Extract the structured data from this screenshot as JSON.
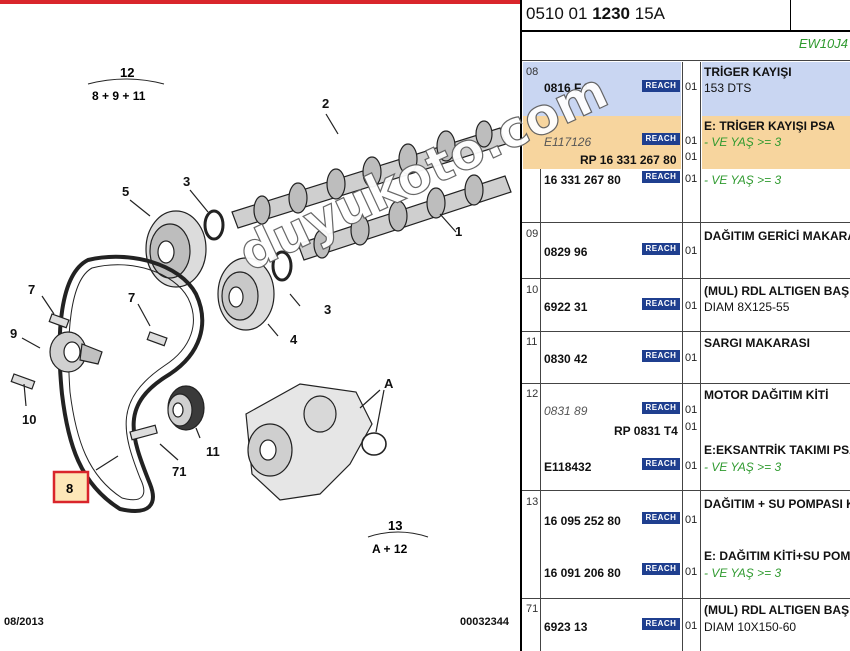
{
  "header": {
    "code_prefix": "0510 01",
    "code_bold": "1230",
    "code_suffix": "15A",
    "engine": "EW10J4"
  },
  "diagram": {
    "footer_date": "08/2013",
    "footer_code": "00032344",
    "callout_12_top": "12",
    "callout_12_bottom": "8 + 9 + 11",
    "callout_13_top": "13",
    "callout_13_bottom": "A + 12",
    "labels": {
      "n1": "1",
      "n2": "2",
      "n3a": "3",
      "n3b": "3",
      "n4": "4",
      "n5": "5",
      "n7a": "7",
      "n7b": "7",
      "n8": "8",
      "n9": "9",
      "n10": "10",
      "n11": "11",
      "n71": "71",
      "nA": "A"
    },
    "watermark": "duyukoto.com",
    "colors": {
      "highlight_box": "#d9252b",
      "highlight_fill": "#fde7b8"
    }
  },
  "parts": {
    "reach_label": "REACH",
    "rows": [
      {
        "ref": "08",
        "items": [
          {
            "code": "0816 F4",
            "qty": "01",
            "desc": "TRİGER KAYIŞI",
            "desc2": "153 DTS"
          },
          {
            "code": "E117126",
            "qty": "01",
            "desc": "E: TRİGER KAYIŞI PSA",
            "desc2": "- VE YAŞ >= 3",
            "sub": "RP 16 331 267 80",
            "subqty": "01"
          },
          {
            "code": "16 331 267 80",
            "qty": "01",
            "desc2": "- VE YAŞ >= 3"
          }
        ]
      },
      {
        "ref": "09",
        "items": [
          {
            "code": "0829 96",
            "qty": "01",
            "desc": "DAĞITIM GERİCİ MAKARA"
          }
        ]
      },
      {
        "ref": "10",
        "items": [
          {
            "code": "6922 31",
            "qty": "01",
            "desc": "(MUL) RDL ALTIGEN BAŞ",
            "desc2": "DIAM 8X125-55"
          }
        ]
      },
      {
        "ref": "11",
        "items": [
          {
            "code": "0830 42",
            "qty": "01",
            "desc": "SARGI MAKARASI"
          }
        ]
      },
      {
        "ref": "12",
        "items": [
          {
            "code": "0831 89",
            "qty": "01",
            "desc": "MOTOR DAĞITIM KİTİ",
            "sub": "RP 0831 T4",
            "subqty": "01"
          },
          {
            "code": "E118432",
            "qty": "01",
            "desc": "E:EKSANTRİK TAKIMI PSA",
            "desc2": "- VE YAŞ >= 3"
          }
        ]
      },
      {
        "ref": "13",
        "items": [
          {
            "code": "16 095 252 80",
            "qty": "01",
            "desc": "DAĞITIM + SU POMPASI K"
          },
          {
            "code": "16 091 206 80",
            "qty": "01",
            "desc": "E: DAĞITIM KİTİ+SU POMP",
            "desc2": "- VE YAŞ >= 3"
          }
        ]
      },
      {
        "ref": "71",
        "items": [
          {
            "code": "6923 13",
            "qty": "01",
            "desc": "(MUL) RDL ALTIGEN BAŞ",
            "desc2": "DIAM 10X150-60"
          }
        ]
      }
    ]
  }
}
